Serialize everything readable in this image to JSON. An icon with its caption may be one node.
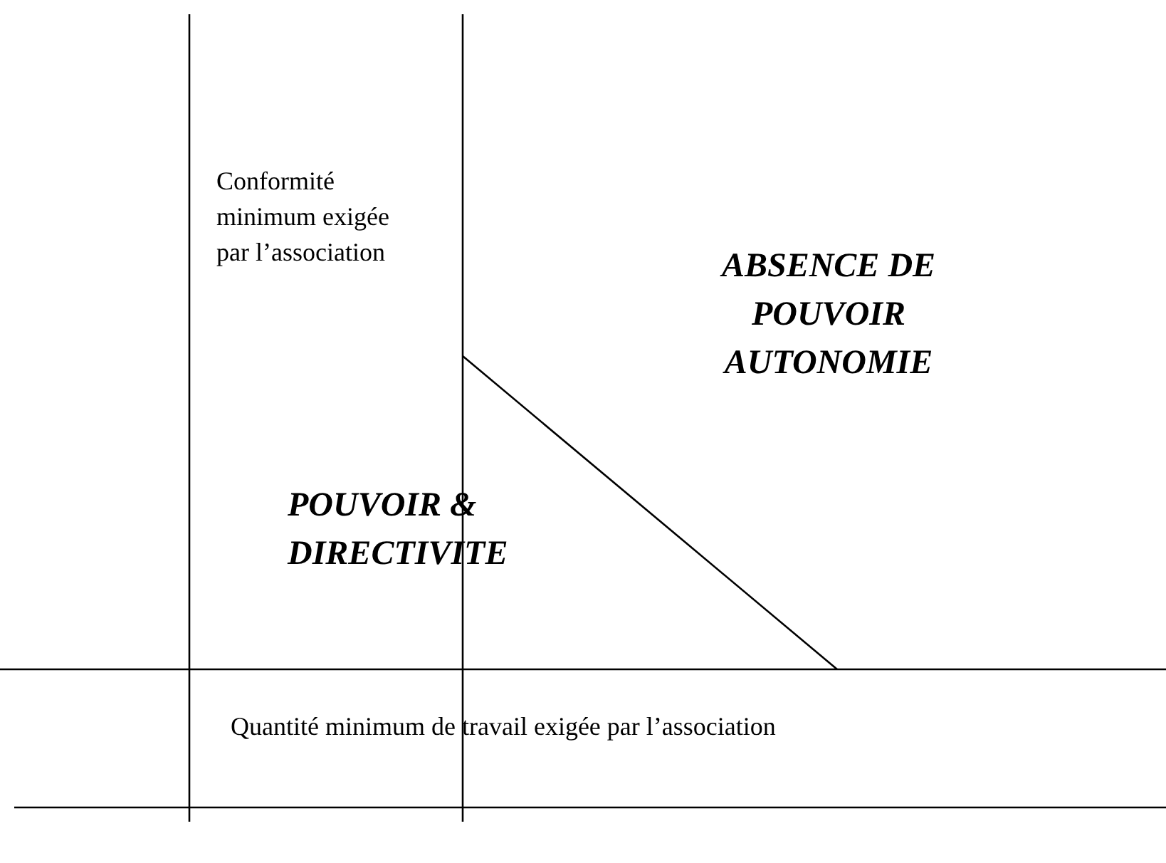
{
  "diagram": {
    "labels": [
      "Conformité minimum exigée par l’association",
      "ABSENCE DE POUVOIR AUTONOMIE",
      "POUVOIR & DIRECTIVITE",
      "Quantité minimum de travail exigée par l’association"
    ]
  }
}
